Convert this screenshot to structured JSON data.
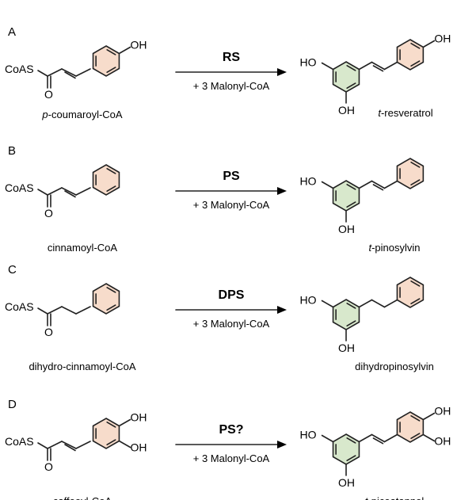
{
  "colors": {
    "substrate_ring": "#f7dccb",
    "product_ring": "#d8e8cc",
    "bond": "#222222"
  },
  "panels": [
    {
      "letter": "A",
      "tail": "alkene",
      "enzyme": "RS",
      "cosubstrate": "+ 3 Malonyl-CoA",
      "substrate_groups": [
        "OH"
      ],
      "substrate_name": {
        "prefix": "p",
        "rest": "-coumaroyl-CoA"
      },
      "product_link": "alkene",
      "product_groups": [
        "OH"
      ],
      "product_name": {
        "prefix": "t",
        "rest": "-resveratrol"
      }
    },
    {
      "letter": "B",
      "tail": "alkene",
      "enzyme": "PS",
      "cosubstrate": "+ 3 Malonyl-CoA",
      "substrate_groups": [],
      "substrate_name": {
        "prefix": "",
        "rest": "cinnamoyl-CoA"
      },
      "product_link": "alkene",
      "product_groups": [],
      "product_name": {
        "prefix": "t",
        "rest": "-pinosylvin"
      }
    },
    {
      "letter": "C",
      "tail": "alkane",
      "enzyme": "DPS",
      "cosubstrate": "+ 3 Malonyl-CoA",
      "substrate_groups": [],
      "substrate_name": {
        "prefix": "",
        "rest": "dihydro-cinnamoyl-CoA"
      },
      "product_link": "alkane",
      "product_groups": [],
      "product_name": {
        "prefix": "",
        "rest": "dihydropinosylvin"
      }
    },
    {
      "letter": "D",
      "tail": "alkene",
      "enzyme": "PS?",
      "cosubstrate": "+ 3 Malonyl-CoA",
      "substrate_groups": [
        "OH",
        "OH"
      ],
      "substrate_name": {
        "prefix": "",
        "rest": "caffeoyl-CoA"
      },
      "product_link": "alkene",
      "product_groups": [
        "OH",
        "OH"
      ],
      "product_name": {
        "prefix": "t",
        "rest": "-piceatannol"
      }
    }
  ],
  "labels": {
    "coa": "CoAS",
    "oxygen": "O",
    "hydroxyl": "OH",
    "hydroxyl_left": "HO"
  }
}
